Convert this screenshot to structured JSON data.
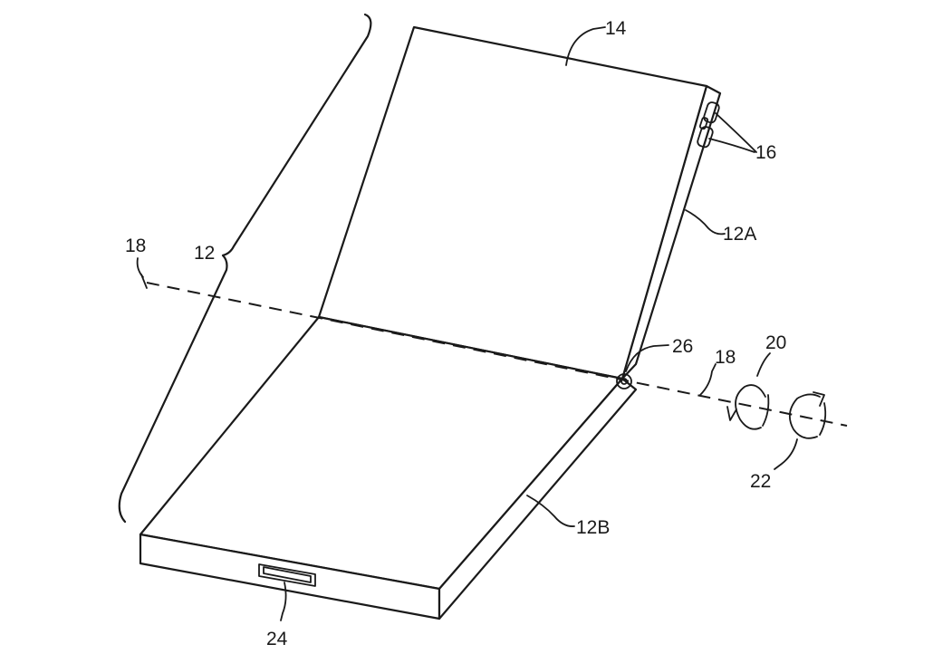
{
  "labels": {
    "device": "12",
    "upper_housing": "12A",
    "lower_housing": "12B",
    "display": "14",
    "buttons": "16",
    "axis_left": "18",
    "axis_right": "18",
    "rotation_1": "20",
    "rotation_2": "22",
    "port": "24",
    "hinge": "26"
  }
}
